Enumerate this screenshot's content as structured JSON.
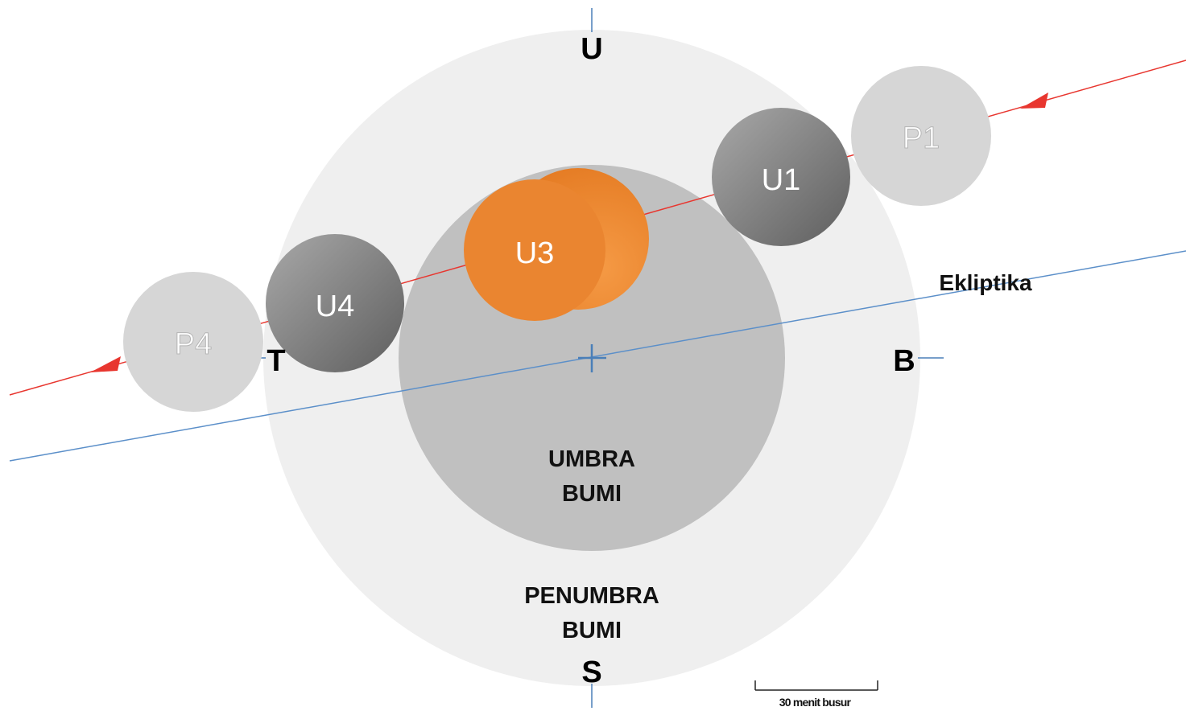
{
  "directions": {
    "north": "U",
    "south": "S",
    "east": "T",
    "west": "B"
  },
  "shadows": {
    "penumbra_line1": "PENUMBRA",
    "penumbra_line2": "BUMI",
    "umbra_line1": "UMBRA",
    "umbra_line2": "BUMI"
  },
  "ecliptic_label": "Ekliptika",
  "contacts": [
    {
      "id": "p1",
      "label": "P1"
    },
    {
      "id": "u1",
      "label": "U1"
    },
    {
      "id": "u3",
      "label": "U3"
    },
    {
      "id": "u4",
      "label": "U4"
    },
    {
      "id": "p4",
      "label": "P4"
    }
  ],
  "scale_bar_label": "30 menit busur",
  "colors": {
    "penumbra": "#efefef",
    "umbra": "#c0c0c0",
    "moon_penumbral": "#d6d6d6",
    "moon_umbral": "#7a7a7a",
    "moon_eclipsed": "#ee8a35",
    "moon_path": "#e8362f",
    "ecliptic": "#5b8fc9",
    "axis": "#4a7fb8"
  }
}
